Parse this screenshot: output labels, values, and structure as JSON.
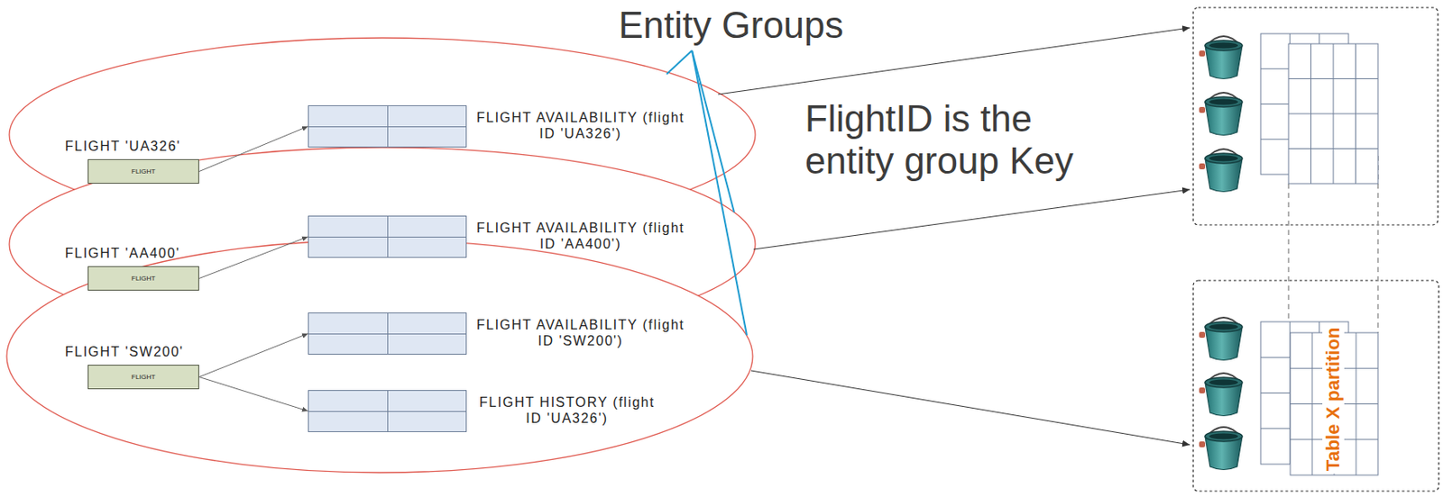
{
  "diagram": {
    "nodes": [
      {
        "text": [
          "FLIGHT 'UA326'",
          "FLIGHT"
        ]
      },
      {
        "text": [
          "FLIGHT AVAILABILITY (flight ID 'UA326')"
        ]
      },
      {
        "text": [
          "FLIGHT 'AA400'",
          "FLIGHT"
        ]
      },
      {
        "text": [
          "FLIGHT AVAILABILITY (flight ID 'AA400')"
        ]
      },
      {
        "text": [
          "FLIGHT 'SW200'",
          "FLIGHT"
        ]
      },
      {
        "text": [
          "FLIGHT AVAILABILITY (flight ID 'SW200')"
        ]
      },
      {
        "text": [
          "FLIGHT HISTORY (flight ID 'UA326')"
        ]
      }
    ],
    "edges": [
      {
        "from": 0,
        "to": 1,
        "arrow": "to"
      },
      {
        "from": 2,
        "to": 3,
        "arrow": "to"
      },
      {
        "from": 4,
        "to": 5,
        "arrow": "to"
      },
      {
        "from": 4,
        "to": 6,
        "arrow": "to"
      }
    ],
    "labels": [
      "Entity Groups",
      "FlightID is the entity group Key",
      "Table X partition"
    ]
  }
}
